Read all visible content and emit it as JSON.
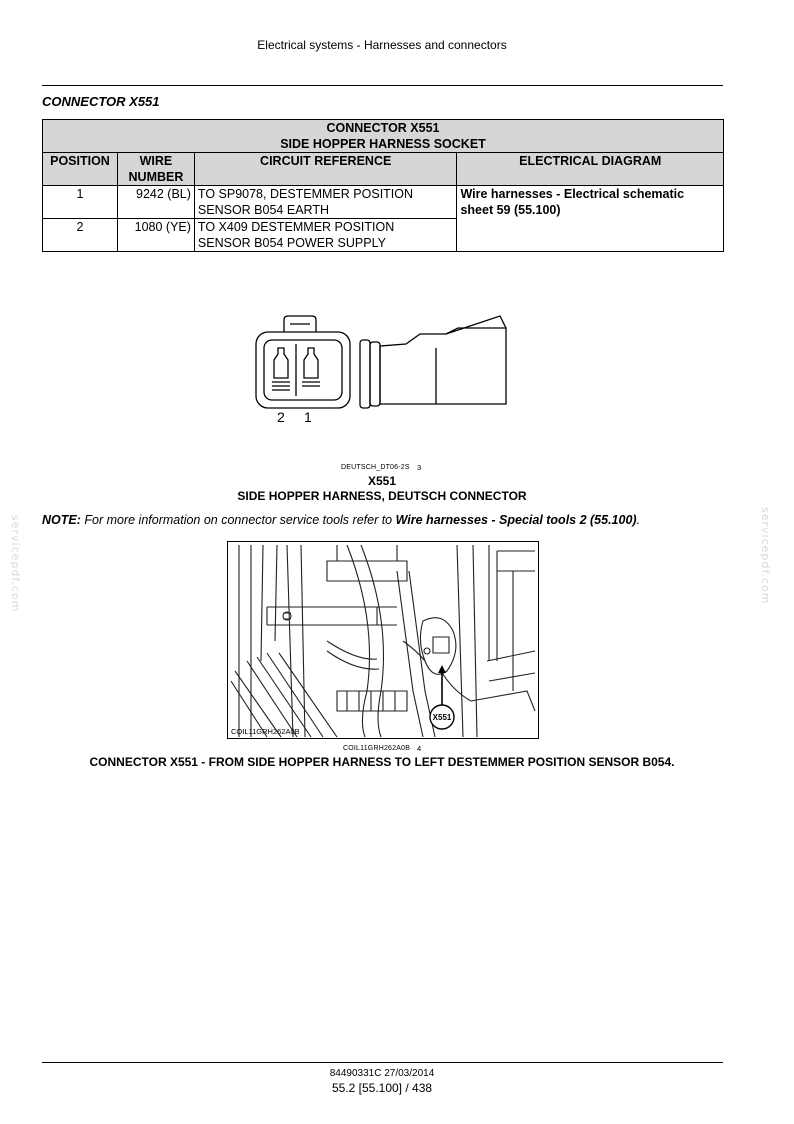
{
  "header": {
    "title": "Electrical systems - Harnesses and connectors"
  },
  "section_title": "CONNECTOR X551",
  "table": {
    "title_line1": "CONNECTOR X551",
    "title_line2": "SIDE HOPPER HARNESS SOCKET",
    "columns": {
      "position": "POSITION",
      "wire_line1": "WIRE",
      "wire_line2": "NUMBER",
      "circuit": "CIRCUIT REFERENCE",
      "diagram": "ELECTRICAL DIAGRAM"
    },
    "rows": [
      {
        "position": "1",
        "wire": "9242 (BL)",
        "circuit_line1": "TO SP9078, DESTEMMER POSITION",
        "circuit_line2": "SENSOR B054 EARTH"
      },
      {
        "position": "2",
        "wire": "1080 (YE)",
        "circuit_line1": "TO X409 DESTEMMER POSITION",
        "circuit_line2": "SENSOR B054 POWER SUPPLY"
      }
    ],
    "diagram_line1": "Wire harnesses - Electrical schematic",
    "diagram_line2": "sheet 59 (55.100)"
  },
  "figure3": {
    "pin_labels": [
      "2",
      "1"
    ],
    "code": "DEUTSCH_DT06-2S",
    "number": "3",
    "caption_line1": "X551",
    "caption_line2": "SIDE HOPPER HARNESS, DEUTSCH CONNECTOR"
  },
  "note": {
    "label": "NOTE:",
    "text": " For more information on connector service tools refer to ",
    "link": "Wire harnesses - Special tools 2 (55.100)",
    "end": "."
  },
  "watermark": "servicepdf.com",
  "figure4": {
    "callout": "X551",
    "inner_code": "COIL11GRH262A0B",
    "code": "COIL11GRH262A0B",
    "number": "4",
    "caption": "CONNECTOR X551 - FROM SIDE HOPPER HARNESS TO LEFT DESTEMMER POSITION SENSOR B054."
  },
  "footer": {
    "doc_code": "84490331C 27/03/2014",
    "page": "55.2 [55.100] / 438"
  }
}
